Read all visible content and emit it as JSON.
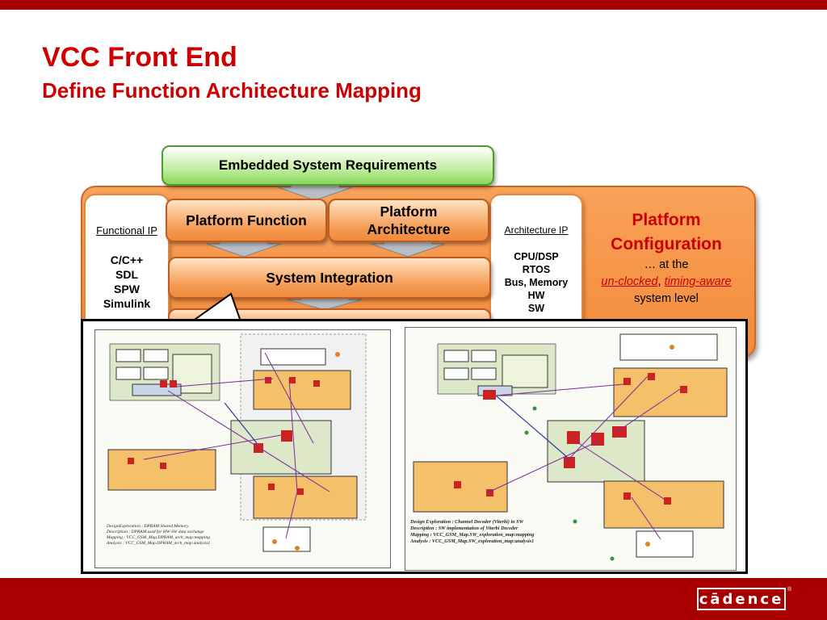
{
  "slide": {
    "title": "VCC Front End",
    "subtitle": "Define Function Architecture Mapping"
  },
  "diagram": {
    "requirements": "Embedded System Requirements",
    "functional_ip": {
      "label": "Functional IP",
      "items": [
        "C/C++",
        "SDL",
        "SPW",
        "Simulink"
      ]
    },
    "platform_function": "Platform Function",
    "platform_architecture": [
      "Platform",
      "Architecture"
    ],
    "system_integration": "System Integration",
    "architecture_ip": {
      "label": "Architecture IP",
      "items": [
        "CPU/DSP",
        "RTOS",
        "Bus, Memory",
        "HW",
        "SW"
      ]
    },
    "platform_configuration": {
      "title_lines": [
        "Platform",
        "Configuration"
      ],
      "at_the": "… at the",
      "un_clocked": "un-clocked",
      "separator": ",",
      "timing_aware": "timing-aware",
      "system_level": "system level"
    }
  },
  "screenshots": {
    "left_caption": [
      "DesignExploration : DPRAM Shared Memory",
      "Description : DPRAM used for HW-SW data exchange",
      "Mapping : VCC_GSM_Map.DPRAM_arch_map:mapping",
      "Analysis : VCC_GSM_Map.DPRAM_arch_map:analysis1"
    ],
    "right_caption": [
      "Design Exploration : Channel Decoder (Viterbi) in SW",
      "Description : SW implementation of Viterbi Decoder",
      "Mapping : VCC_GSM_Map.SW_exploration_map:mapping",
      "Analysis : VCC_GSM_Map.SW_exploration_map:analysis1"
    ]
  },
  "footer": {
    "logo": "cādence",
    "logo_mark": "®"
  },
  "colors": {
    "brand_red": "#a80000",
    "title_red": "#cc0000",
    "panel_orange": "#f59a52",
    "requirements_green": "#8ad65c"
  }
}
